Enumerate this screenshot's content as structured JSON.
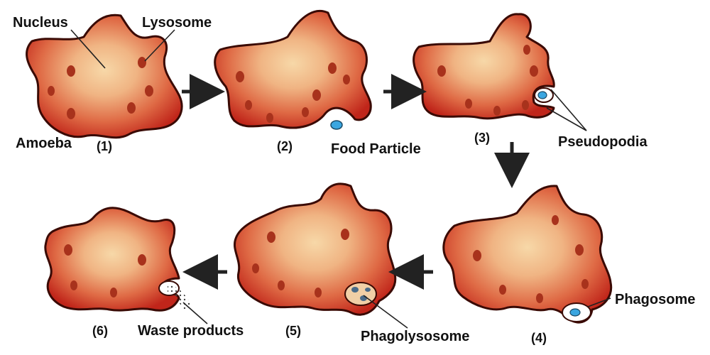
{
  "labels": {
    "nucleus": "Nucleus",
    "lysosome": "Lysosome",
    "amoeba": "Amoeba",
    "food_particle": "Food Particle",
    "pseudopodia": "Pseudopodia",
    "phagosome": "Phagosome",
    "phagolysosome": "Phagolysosome",
    "waste_products": "Waste products"
  },
  "steps": [
    {
      "number": "(1)"
    },
    {
      "number": "(2)"
    },
    {
      "number": "(3)"
    },
    {
      "number": "(4)"
    },
    {
      "number": "(5)"
    },
    {
      "number": "(6)"
    }
  ],
  "colors": {
    "cell_edge": "#c0251a",
    "cell_mid": "#e0704a",
    "nucleus_center": "#f7d8a8",
    "lysosome": "#a8321c",
    "food_particle": "#3aa6e0",
    "outline": "#3a0a04",
    "phagolysosome_fill": "#f1cfa6"
  }
}
